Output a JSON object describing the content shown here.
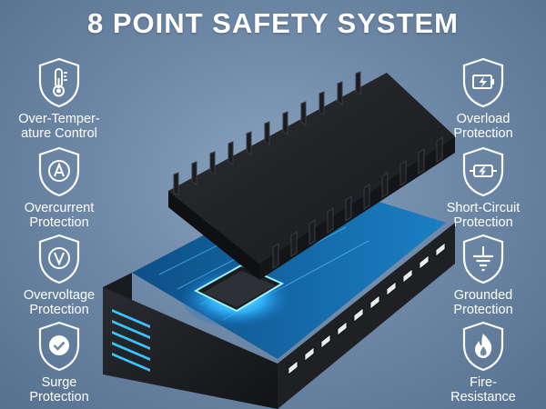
{
  "title": "8 POINT SAFETY SYSTEM",
  "colors": {
    "background": "#6f89a8",
    "text": "#ffffff",
    "glow": "#36c8ff",
    "metal": "#1e1f22"
  },
  "features_left": [
    {
      "icon": "thermometer-icon",
      "line1": "Over-Temper-",
      "line2": "ature Control"
    },
    {
      "icon": "current-a-icon",
      "line1": "Overcurrent",
      "line2": "Protection"
    },
    {
      "icon": "voltage-v-icon",
      "line1": "Overvoltage",
      "line2": "Protection"
    },
    {
      "icon": "checkmark-icon",
      "line1": "Surge",
      "line2": "Protection"
    }
  ],
  "features_right": [
    {
      "icon": "battery-bolt-icon",
      "line1": "Overload",
      "line2": "Protection"
    },
    {
      "icon": "short-circuit-icon",
      "line1": "Short-Circuit",
      "line2": "Protection"
    },
    {
      "icon": "ground-icon",
      "line1": "Grounded",
      "line2": "Protection"
    },
    {
      "icon": "flame-icon",
      "line1": "Fire-",
      "line2": "Resistance"
    }
  ]
}
